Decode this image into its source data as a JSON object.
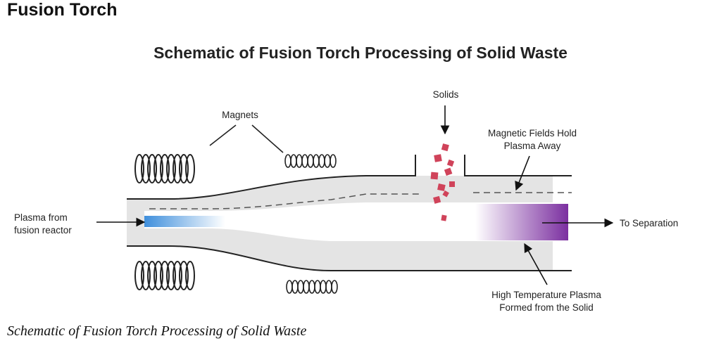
{
  "page_title": "Fusion Torch",
  "diagram_title": "Schematic of Fusion Torch Processing of Solid Waste",
  "caption": "Schematic of Fusion Torch Processing of Solid Waste",
  "labels": {
    "magnets": "Magnets",
    "solids": "Solids",
    "magnetic_fields_line1": "Magnetic Fields Hold",
    "magnetic_fields_line2": "Plasma Away",
    "plasma_from_line1": "Plasma from",
    "plasma_from_line2": "fusion reactor",
    "to_separation": "To Separation",
    "high_temp_line1": "High Temperature Plasma",
    "high_temp_line2": "Formed from the Solid"
  },
  "colors": {
    "tube_fill": "#e4e4e4",
    "inlet_plasma": "#3f8fdc",
    "outlet_plasma": "#7b2fa0",
    "solids": "#d0435a"
  }
}
